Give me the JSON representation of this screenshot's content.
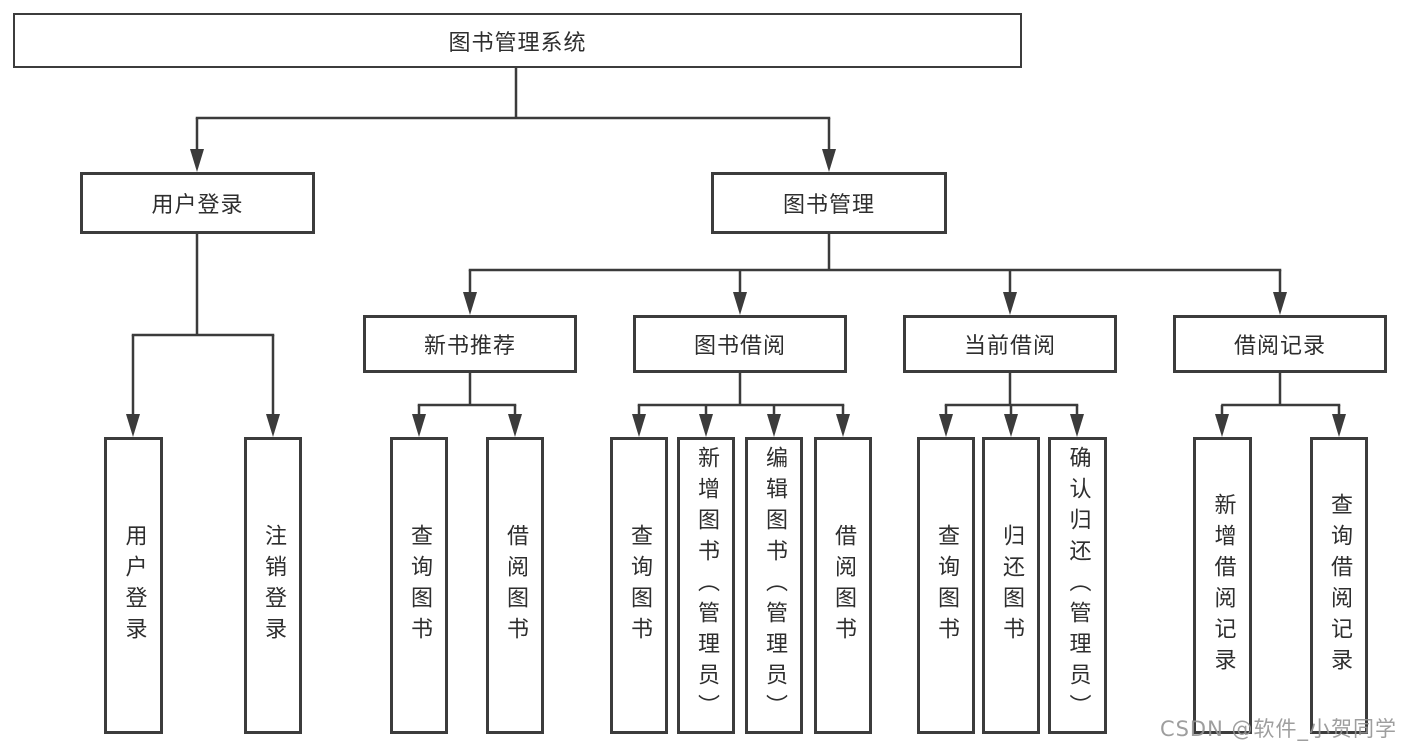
{
  "diagram": {
    "root": "图书管理系统",
    "level2": [
      "用户登录",
      "图书管理"
    ],
    "level3": [
      "新书推荐",
      "图书借阅",
      "当前借阅",
      "借阅记录"
    ],
    "leaves": {
      "user_login": [
        "用户登录",
        "注销登录"
      ],
      "new_book_recommend": [
        "查询图书",
        "借阅图书"
      ],
      "book_borrowing": [
        "查询图书",
        "新增图书（管理员）",
        "编辑图书（管理员）",
        "借阅图书"
      ],
      "current_borrowing": [
        "查询图书",
        "归还图书",
        "确认归还（管理员）"
      ],
      "borrowing_records": [
        "新增借阅记录",
        "查询借阅记录"
      ]
    }
  },
  "watermark": "CSDN @软件_小贺同学",
  "colors": {
    "line": "#3b3b3b",
    "text": "#2e2e2e",
    "watermark": "#949494",
    "background": "#ffffff"
  }
}
